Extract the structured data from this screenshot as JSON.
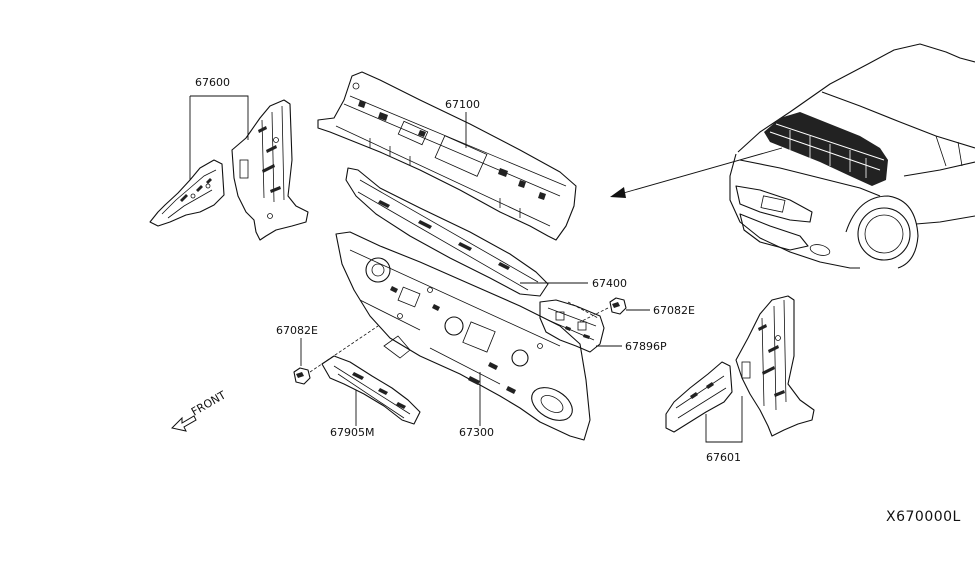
{
  "diagram": {
    "title_code": "X670000L",
    "direction_label": "FRONT",
    "parts": [
      {
        "id": "p67600",
        "number": "67600"
      },
      {
        "id": "p67100",
        "number": "67100"
      },
      {
        "id": "p67400",
        "number": "67400"
      },
      {
        "id": "p67082e_right",
        "number": "67082E"
      },
      {
        "id": "p67896p",
        "number": "67896P"
      },
      {
        "id": "p67082e_left",
        "number": "67082E"
      },
      {
        "id": "p67905m",
        "number": "67905M"
      },
      {
        "id": "p67300",
        "number": "67300"
      },
      {
        "id": "p67601",
        "number": "67601"
      }
    ]
  }
}
